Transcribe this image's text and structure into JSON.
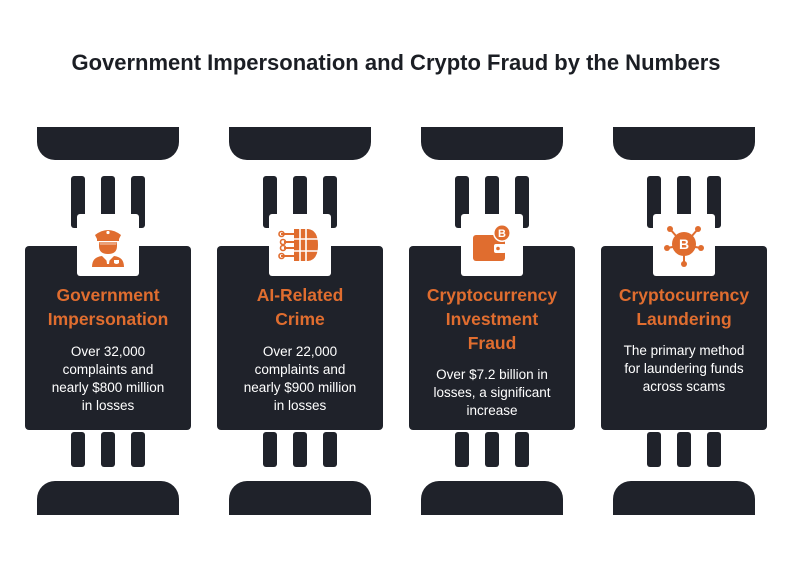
{
  "title": "Government Impersonation and Crypto Fraud by the Numbers",
  "colors": {
    "accent": "#e06d2f",
    "dark": "#1f222a",
    "background": "#ffffff"
  },
  "cards": [
    {
      "icon": "police-officer-icon",
      "title_lines": [
        "Government",
        "Impersonation"
      ],
      "text_lines": [
        "Over 32,000",
        "complaints and",
        "nearly $800 million",
        "in losses"
      ]
    },
    {
      "icon": "ai-brain-circuit-icon",
      "title_lines": [
        "AI-Related",
        "Crime"
      ],
      "text_lines": [
        "Over 22,000",
        "complaints and",
        "nearly $900 million",
        "in losses"
      ]
    },
    {
      "icon": "crypto-wallet-icon",
      "title_lines": [
        "Cryptocurrency",
        "Investment",
        "Fraud"
      ],
      "text_lines": [
        "Over $7.2 billion in",
        "losses, a significant",
        "increase"
      ]
    },
    {
      "icon": "bitcoin-network-icon",
      "title_lines": [
        "Cryptocurrency",
        "Laundering"
      ],
      "text_lines": [
        "The primary method",
        "for laundering funds",
        "across scams"
      ]
    }
  ]
}
